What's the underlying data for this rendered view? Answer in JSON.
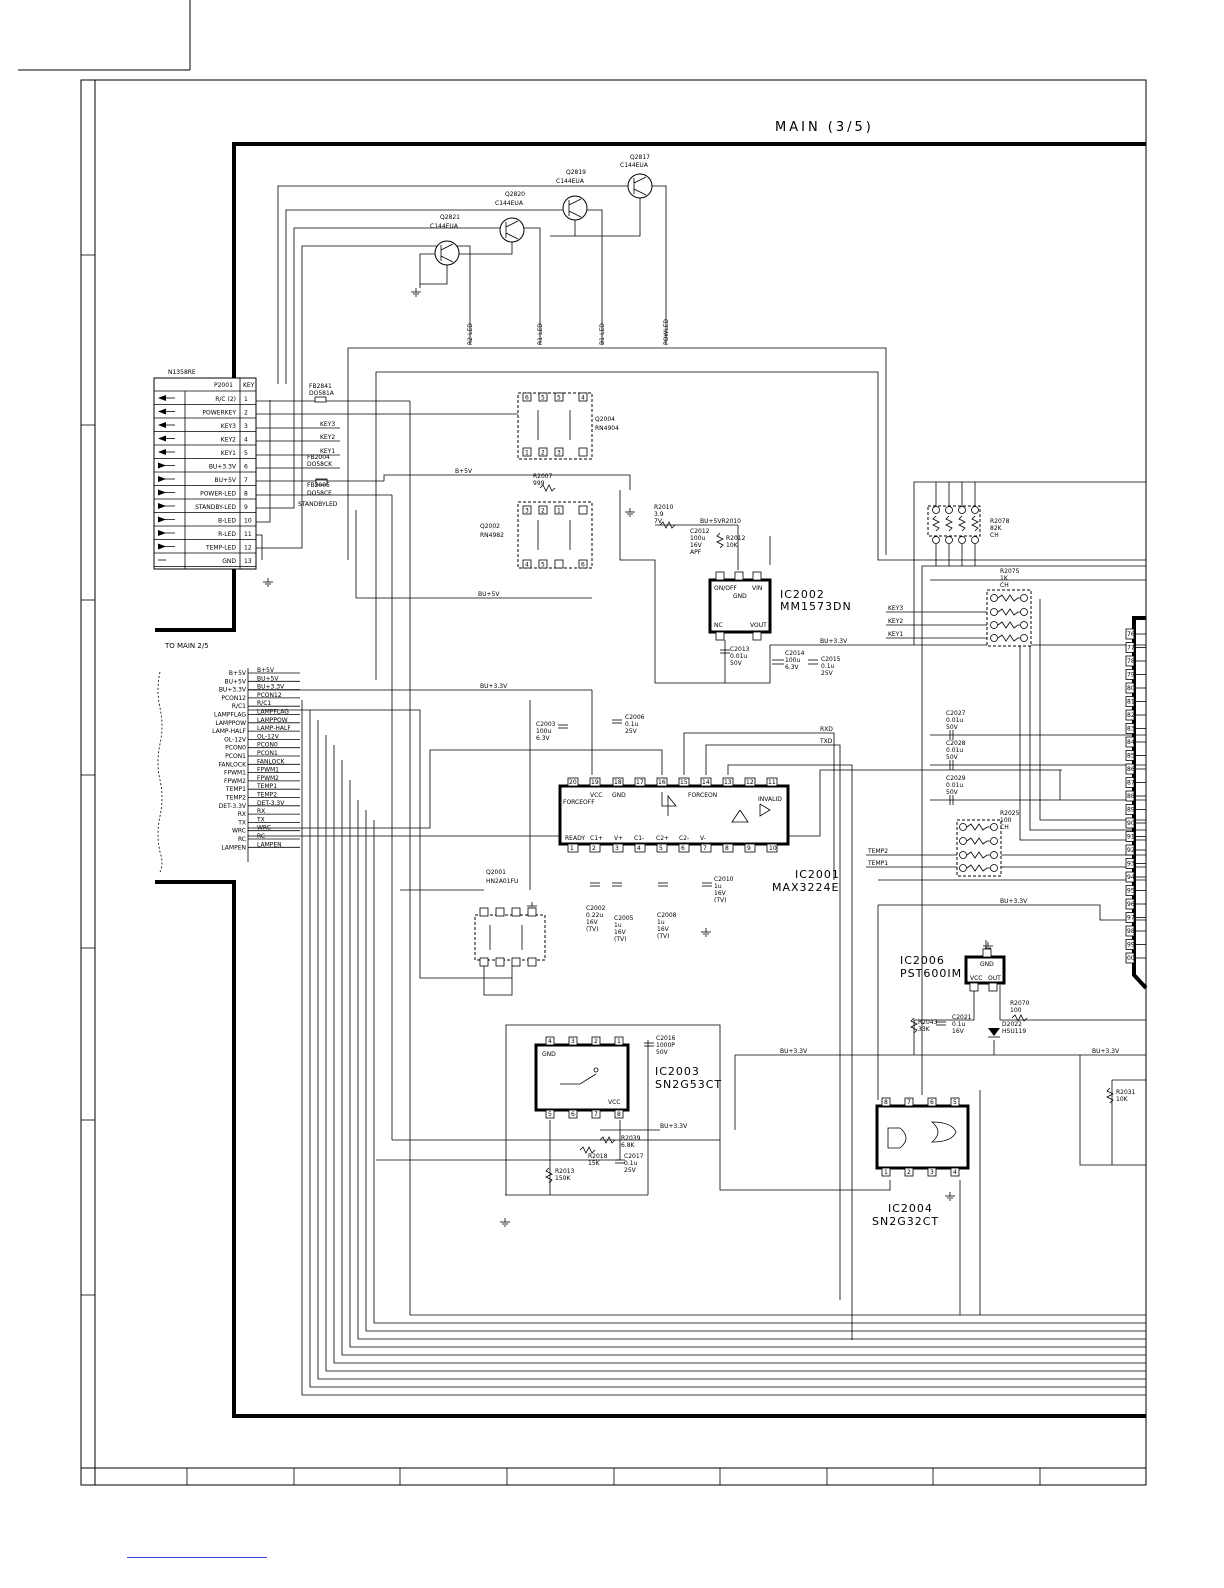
{
  "sheet": {
    "title": "MAIN (3/5)",
    "to_main_label": "TO MAIN 2/5"
  },
  "connector": {
    "part": "N1358RE",
    "name": "P2001",
    "key_label": "KEY",
    "pins": [
      {
        "label": "R/C (2)",
        "num": "1"
      },
      {
        "label": "POWERKEY",
        "num": "2"
      },
      {
        "label": "KEY3",
        "num": "3"
      },
      {
        "label": "KEY2",
        "num": "4"
      },
      {
        "label": "KEY1",
        "num": "5"
      },
      {
        "label": "BU+3.3V",
        "num": "6"
      },
      {
        "label": "BU+5V",
        "num": "7"
      },
      {
        "label": "POWER-LED",
        "num": "8"
      },
      {
        "label": "STANDBY-LED",
        "num": "9"
      },
      {
        "label": "B-LED",
        "num": "10"
      },
      {
        "label": "R-LED",
        "num": "11"
      },
      {
        "label": "TEMP-LED",
        "num": "12"
      },
      {
        "label": "GND",
        "num": "13"
      }
    ]
  },
  "left_signals": {
    "outer": [
      "B+5V",
      "BU+5V",
      "BU+3.3V",
      "PCON12",
      "R/C1",
      "LAMPFLAG",
      "LAMPPOW",
      "LAMP-HALF",
      "OL-12V",
      "PCON0",
      "PCON1",
      "FANLOCK",
      "FPWM1",
      "FPWM2",
      "TEMP1",
      "TEMP2",
      "DET-3.3V",
      "RX",
      "TX",
      "WRC",
      "RC",
      "LAMPEN"
    ],
    "inner": [
      "B+5V",
      "BU+5V",
      "BU+3.3V",
      "PCON12",
      "R/C1",
      "LAMPFLAG",
      "LAMPPOW",
      "LAMP-HALF",
      "OL-12V",
      "PCON0",
      "PCON1",
      "FANLOCK",
      "FPWM1",
      "FPWM2",
      "TEMP1",
      "TEMP2",
      "DET-3.3V",
      "RX",
      "TX",
      "WRC",
      "RC",
      "LAMPEN"
    ]
  },
  "transistors": [
    {
      "ref": "Q2817",
      "part": "C144EUA"
    },
    {
      "ref": "Q2819",
      "part": "C144EUA"
    },
    {
      "ref": "Q2820",
      "part": "C144EUA"
    },
    {
      "ref": "Q2821",
      "part": "C144EUA"
    }
  ],
  "led_nets": [
    "R2-LED",
    "R1-LED",
    "B1-LED",
    "POWLED"
  ],
  "ferrites": [
    {
      "ref": "FB2841",
      "part": "DO581A"
    },
    {
      "ref": "FB2004",
      "part": "DO58CK"
    },
    {
      "ref": "FB2005",
      "part": "DO58CE"
    }
  ],
  "nets": {
    "key3": "KEY3",
    "key2": "KEY2",
    "key1": "KEY1",
    "b5v": "B+5V",
    "bu5v": "BU+5V",
    "bu33": "BU+3.3V",
    "standbyled": "STANDBYLED",
    "bu5vr": "BU+5VR2010",
    "rxd": "RXD",
    "txd": "TXD",
    "temp2": "TEMP2",
    "temp1": "TEMP1"
  },
  "arrays": {
    "q2004": {
      "ref": "Q2004",
      "part": "RN4904"
    },
    "q2002": {
      "ref": "Q2002",
      "part": "RN4982"
    },
    "q2001": {
      "ref": "Q2001",
      "part": "HN2A01FU"
    }
  },
  "resistors": {
    "r2007": {
      "ref": "R2007",
      "value": "999"
    },
    "r2010": {
      "ref": "R2010",
      "value": "3.9",
      "rating": "7V"
    },
    "r2012": {
      "ref": "R2012",
      "value": "10K"
    },
    "r2078": {
      "ref": "R2078",
      "value": "82K",
      "type": "CH"
    },
    "r2075": {
      "ref": "R2075",
      "value": "1K",
      "type": "CH"
    },
    "r2025": {
      "ref": "R2025",
      "value": "100",
      "type": "CH"
    },
    "r2070": {
      "ref": "R2070",
      "value": "100"
    },
    "r2043": {
      "ref": "R2043",
      "value": "33K"
    },
    "r2031": {
      "ref": "R2031",
      "value": "10K"
    },
    "r2039": {
      "ref": "R2039",
      "value": "6.8K"
    },
    "r2018": {
      "ref": "R2018",
      "value": "15K"
    },
    "r2013": {
      "ref": "R2013",
      "value": "150K"
    }
  },
  "capacitors": {
    "c2012": {
      "ref": "C2012",
      "value": "100u",
      "v": "16V",
      "t": "APF"
    },
    "c2013": {
      "ref": "C2013",
      "value": "0.01u",
      "v": "50V"
    },
    "c2014": {
      "ref": "C2014",
      "value": "100u",
      "v": "6.3V"
    },
    "c2015": {
      "ref": "C2015",
      "value": "0.1u",
      "v": "25V"
    },
    "c2003": {
      "ref": "C2003",
      "value": "100u",
      "v": "6.3V"
    },
    "c2006": {
      "ref": "C2006",
      "value": "0.1u",
      "v": "25V"
    },
    "c2027": {
      "ref": "C2027",
      "value": "0.01u",
      "v": "50V"
    },
    "c2028": {
      "ref": "C2028",
      "value": "0.01u",
      "v": "50V"
    },
    "c2029": {
      "ref": "C2029",
      "value": "0.01u",
      "v": "50V"
    },
    "c2002": {
      "ref": "C2002",
      "value": "0.22u",
      "v": "16V",
      "t": "(TV)"
    },
    "c2005": {
      "ref": "C2005",
      "value": "1u",
      "v": "16V",
      "t": "(TV)"
    },
    "c2008": {
      "ref": "C2008",
      "value": "1u",
      "v": "16V",
      "t": "(TV)"
    },
    "c2010": {
      "ref": "C2010",
      "value": "1u",
      "v": "16V",
      "t": "(TV)"
    },
    "c2016": {
      "ref": "C2016",
      "value": "1000P",
      "v": "50V"
    },
    "c2017": {
      "ref": "C2017",
      "value": "0.1u",
      "v": "25V"
    },
    "c2021": {
      "ref": "C2021",
      "value": "0.1u",
      "v": "16V"
    }
  },
  "diode": {
    "ref": "D2022",
    "part": "HSU119"
  },
  "ics": {
    "ic2002": {
      "ref": "IC2002",
      "part": "MM1573DN",
      "p1": "ON/OFF",
      "p2": "GND",
      "p3": "VIN",
      "p4": "NC",
      "p5": "VOUT"
    },
    "ic2001": {
      "ref": "IC2001",
      "part": "MAX3224E",
      "forceoff": "FORCEOFF",
      "vcc": "VCC",
      "gnd": "GND",
      "forceon": "FORCEON",
      "invalid": "INVALID",
      "bottom": [
        "READY",
        "C1+",
        "V+",
        "C1-",
        "C2+",
        "C2-",
        "V-"
      ]
    },
    "ic2006": {
      "ref": "IC2006",
      "part": "PST600IM",
      "gnd": "GND",
      "vcc": "VCC",
      "out": "OUT"
    },
    "ic2003": {
      "ref": "IC2003",
      "part": "SN2G53CT",
      "gnd": "GND",
      "vcc": "VCC"
    },
    "ic2004": {
      "ref": "IC2004",
      "part": "SN2G32CT"
    }
  },
  "mcu_pins": [
    "76",
    "77",
    "78",
    "79",
    "80",
    "81",
    "82",
    "83",
    "84",
    "85",
    "86",
    "87",
    "88",
    "89",
    "90",
    "91",
    "92",
    "93",
    "94",
    "95",
    "96",
    "97",
    "98",
    "99",
    "00"
  ]
}
